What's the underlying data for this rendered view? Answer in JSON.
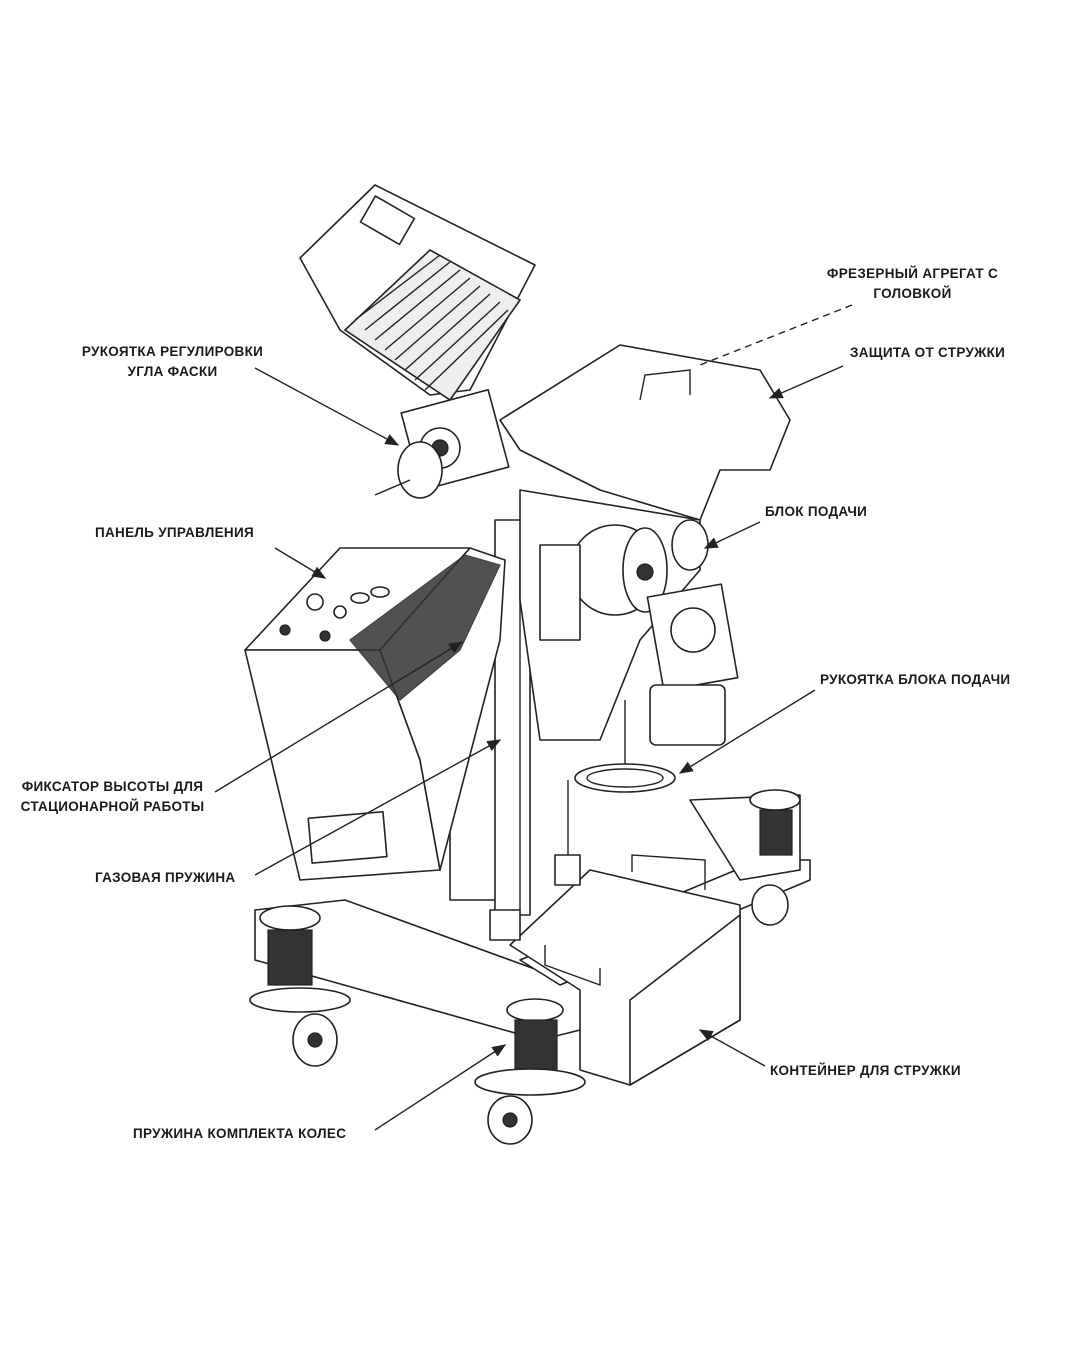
{
  "labels": {
    "milling_unit": [
      "ФРЕЗЕРНЫЙ АГРЕГАТ С",
      "ГОЛОВКОЙ"
    ],
    "bevel_angle_handle": [
      "РУКОЯТКА РЕГУЛИРОВКИ",
      "УГЛА ФАСКИ"
    ],
    "chip_guard": "ЗАЩИТА ОТ СТРУЖКИ",
    "feed_unit": "БЛОК ПОДАЧИ",
    "control_panel": "ПАНЕЛЬ УПРАВЛЕНИЯ",
    "feed_unit_handle": "РУКОЯТКА БЛОКА ПОДАЧИ",
    "height_lock": [
      "ФИКСАТОР ВЫСОТЫ ДЛЯ",
      "СТАЦИОНАРНОЙ РАБОТЫ"
    ],
    "gas_spring": "ГАЗОВАЯ ПРУЖИНА",
    "chip_container": "КОНТЕЙНЕР ДЛЯ СТРУЖКИ",
    "wheel_spring": "ПРУЖИНА КОМПЛЕКТА КОЛЕС"
  }
}
